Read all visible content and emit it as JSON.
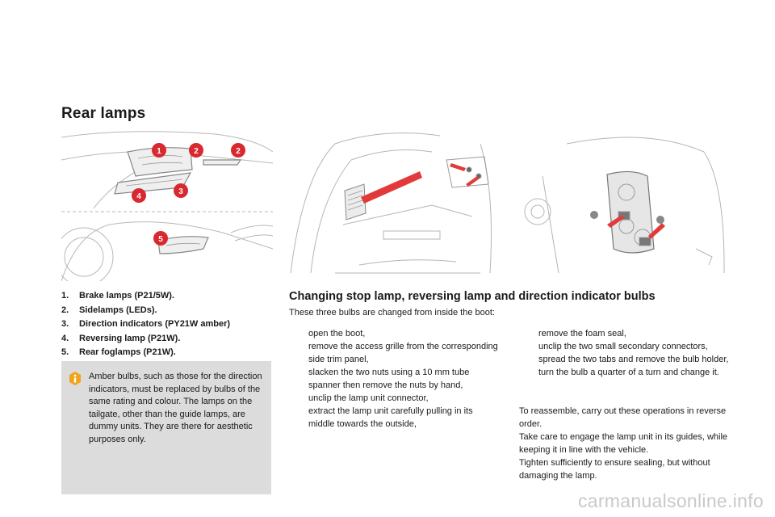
{
  "page": {
    "title": "Rear lamps"
  },
  "legend": [
    {
      "num": "1.",
      "text": "Brake lamps (P21/5W)."
    },
    {
      "num": "2.",
      "text": "Sidelamps (LEDs)."
    },
    {
      "num": "3.",
      "text": "Direction indicators (PY21W amber)"
    },
    {
      "num": "4.",
      "text": "Reversing lamp (P21W)."
    },
    {
      "num": "5.",
      "text": "Rear foglamps (P21W)."
    }
  ],
  "diagram_callouts": [
    "1",
    "2",
    "2",
    "3",
    "4",
    "5"
  ],
  "info": {
    "icon": "info-icon",
    "text": "Amber bulbs, such as those for the direction indicators, must be replaced by bulbs of the same rating and colour. The lamps on the tailgate, other than the guide lamps, are dummy units. They are there for aesthetic purposes only."
  },
  "section": {
    "title": "Changing stop lamp, reversing lamp and direction indicator bulbs",
    "intro": "These three bulbs are changed from inside the boot:"
  },
  "steps_left": [
    "open the boot,",
    "remove the access grille from the corresponding side trim panel,",
    "slacken the two nuts using a 10 mm tube spanner then remove the nuts by hand,",
    "unclip the lamp unit connector,",
    "extract the lamp unit carefully pulling in its middle towards the outside,"
  ],
  "steps_right": [
    "remove the foam seal,",
    "unclip the two small secondary connectors,",
    "spread the two tabs and remove the bulb holder,",
    "turn the bulb a quarter of a turn and change it."
  ],
  "closing": [
    "To reassemble, carry out these operations in reverse order.",
    "Take care to engage the lamp unit in its guides, while keeping it in line with the vehicle.",
    "Tighten sufficiently to ensure sealing, but without damaging the lamp."
  ],
  "bullet_glyph": "",
  "watermark": "carmanualsonline.info",
  "colors": {
    "callout_red": "#d9282f",
    "arrow_red": "#e23a3a",
    "info_bg": "#dcdcdc",
    "line_gray": "#b5b5b5"
  }
}
